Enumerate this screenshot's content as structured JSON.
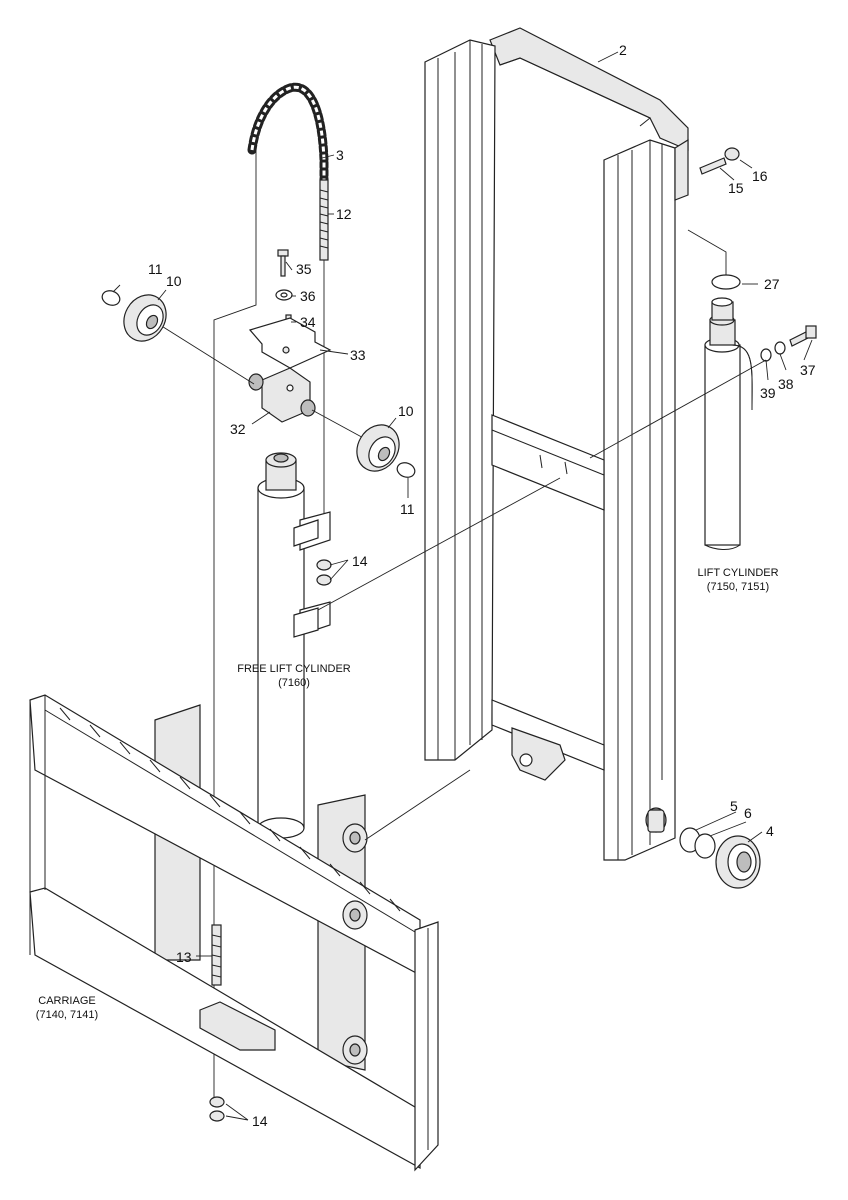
{
  "labels": {
    "p2": "2",
    "p3": "3",
    "p12": "12",
    "p11a": "11",
    "p10a": "10",
    "p35": "35",
    "p36": "36",
    "p34": "34",
    "p33": "33",
    "p32": "32",
    "p10b": "10",
    "p11b": "11",
    "p14a": "14",
    "p15": "15",
    "p16": "16",
    "p27": "27",
    "p37": "37",
    "p38": "38",
    "p39": "39",
    "p5": "5",
    "p6": "6",
    "p4": "4",
    "p13": "13",
    "p14b": "14"
  },
  "captions": {
    "lift_cylinder_name": "LIFT CYLINDER",
    "lift_cylinder_code": "(7150, 7151)",
    "free_lift_name": "FREE LIFT CYLINDER",
    "free_lift_code": "(7160)",
    "carriage_name": "CARRIAGE",
    "carriage_code": "(7140, 7141)"
  }
}
